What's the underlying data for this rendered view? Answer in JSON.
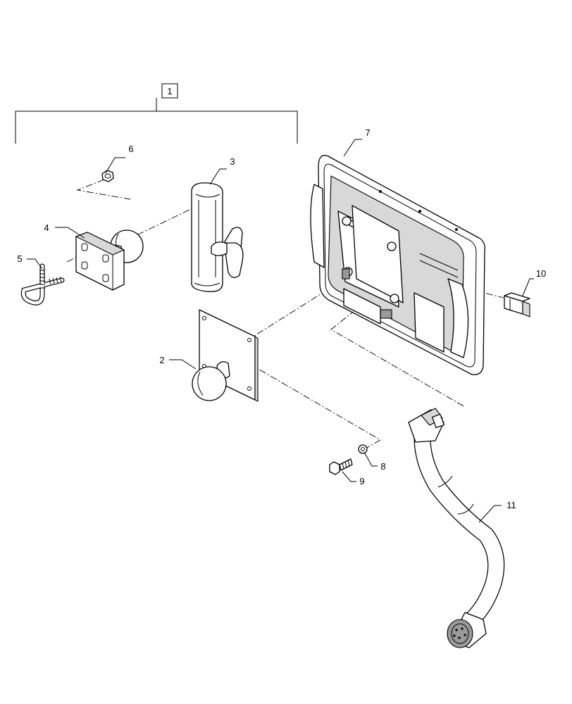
{
  "diagram": {
    "assembly_label": "1",
    "callouts": {
      "base_plate_ball": "2",
      "arm_clamp": "3",
      "clamp_ball_mount": "4",
      "u_bolt": "5",
      "nut": "6",
      "display": "7",
      "washer": "8",
      "bolt": "9",
      "connector_cap": "10",
      "harness": "11"
    },
    "line_color": "#000000",
    "background": "#ffffff"
  }
}
